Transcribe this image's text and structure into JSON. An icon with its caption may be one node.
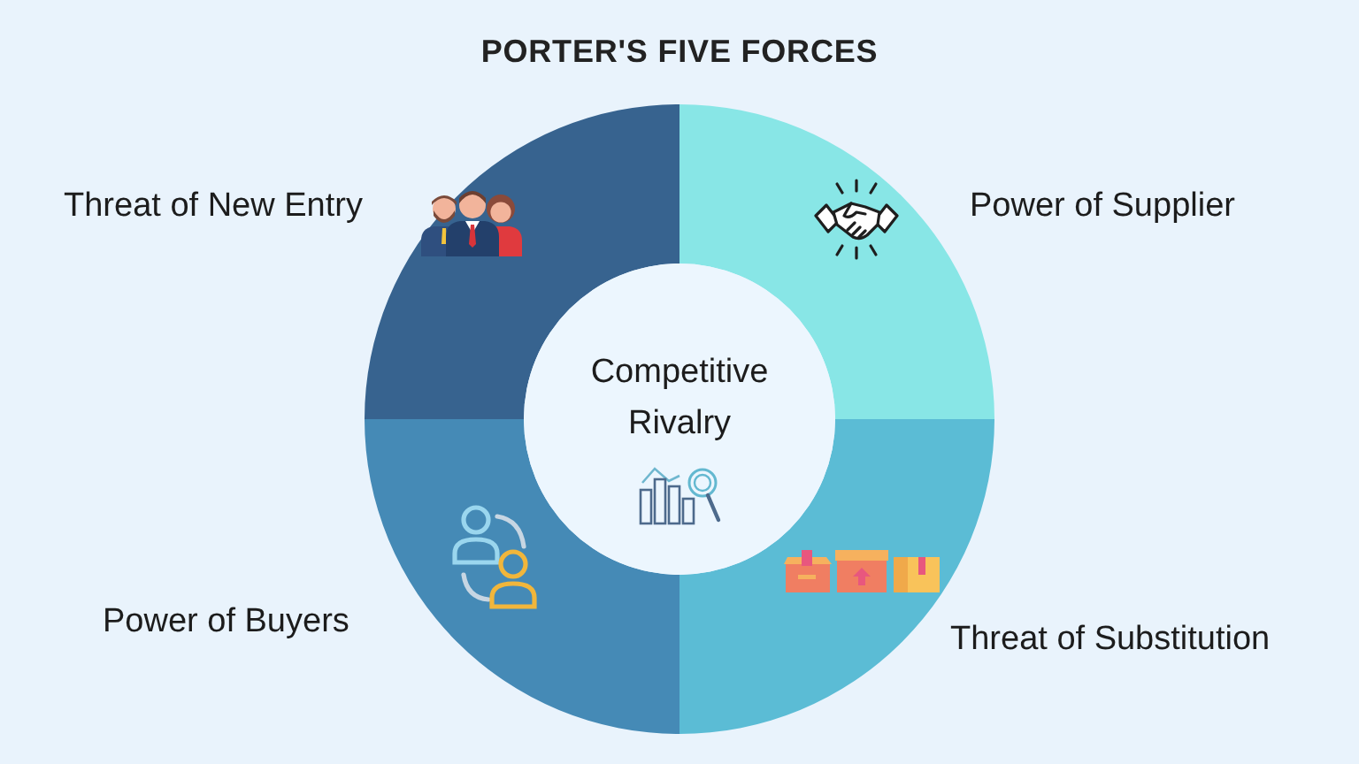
{
  "diagram": {
    "title": "PORTER'S FIVE FORCES",
    "nodes": [
      {
        "text": [],
        "shape": "sector",
        "beside": [
          "Threat of New Entry"
        ]
      },
      {
        "text": [],
        "shape": "sector",
        "beside": [
          "Power of Supplier"
        ]
      },
      {
        "text": [
          "Competitive Rivalry"
        ]
      },
      {
        "text": [],
        "shape": "sector",
        "beside": [
          "Power of Buyers"
        ]
      },
      {
        "text": [],
        "shape": "sector",
        "beside": [
          "Threat of Substitution"
        ]
      }
    ]
  }
}
